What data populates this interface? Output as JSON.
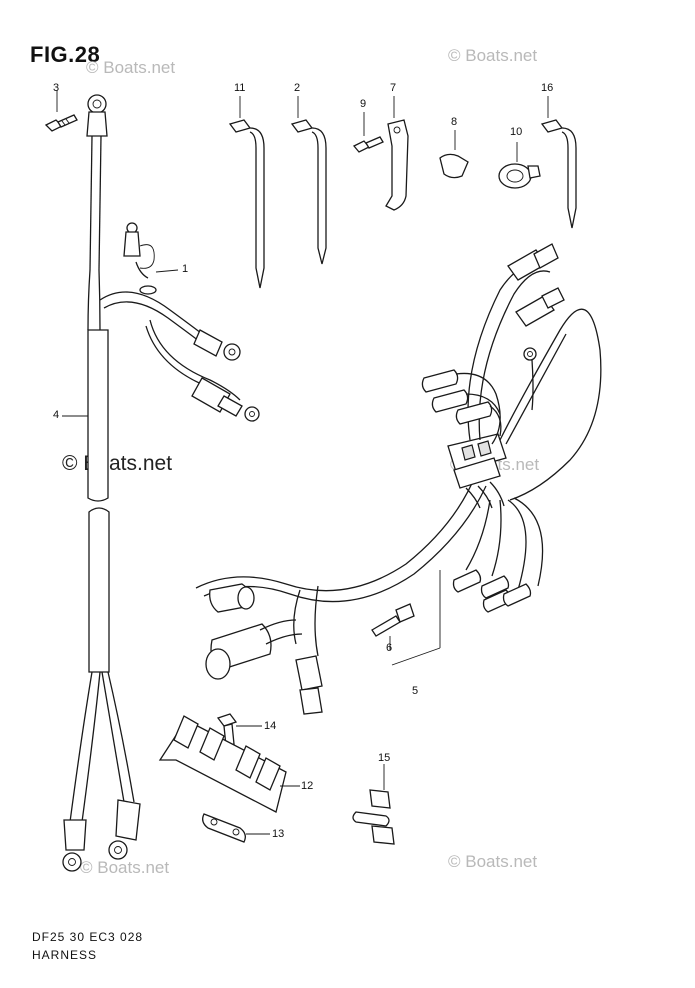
{
  "figure": {
    "title": "FIG.28",
    "code": "DF25 30 EC3 028",
    "caption": "HARNESS"
  },
  "watermarks": {
    "light": "© Boats.net",
    "dark": "© Boats.net"
  },
  "callouts": {
    "c1": "1",
    "c2": "2",
    "c3": "3",
    "c4": "4",
    "c5": "5",
    "c6": "6",
    "c7": "7",
    "c8": "8",
    "c9": "9",
    "c10": "10",
    "c11": "11",
    "c12": "12",
    "c13": "13",
    "c14": "14",
    "c15": "15",
    "c16": "16"
  },
  "colors": {
    "ink": "#1a1a1a",
    "watermark": "#b9b9b9"
  }
}
